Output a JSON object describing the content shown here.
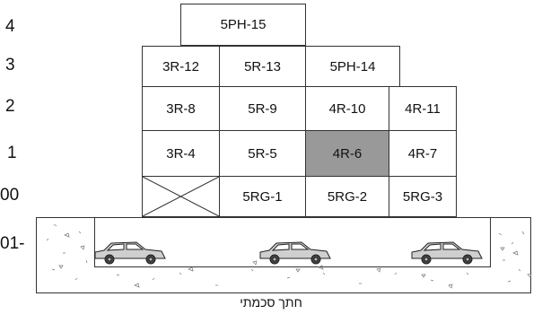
{
  "floors": [
    {
      "key": "f4",
      "label": "4"
    },
    {
      "key": "f3",
      "label": "3"
    },
    {
      "key": "f2",
      "label": "2"
    },
    {
      "key": "f1",
      "label": "1"
    },
    {
      "key": "f0",
      "label": "00"
    },
    {
      "key": "fm1",
      "label": "01-"
    }
  ],
  "units": {
    "u15": "5PH-15",
    "u12": "3R-12",
    "u13": "5R-13",
    "u14": "5PH-14",
    "u8": "3R-8",
    "u9": "5R-9",
    "u10": "4R-10",
    "u11": "4R-11",
    "u4": "3R-4",
    "u5": "5R-5",
    "u6": "4R-6",
    "u7": "4R-7",
    "ug1": "5RG-1",
    "ug2": "5RG-2",
    "ug3": "5RG-3"
  },
  "highlight": {
    "unit": "u6",
    "color": "#999999"
  },
  "caption": "חתך סכמתי"
}
